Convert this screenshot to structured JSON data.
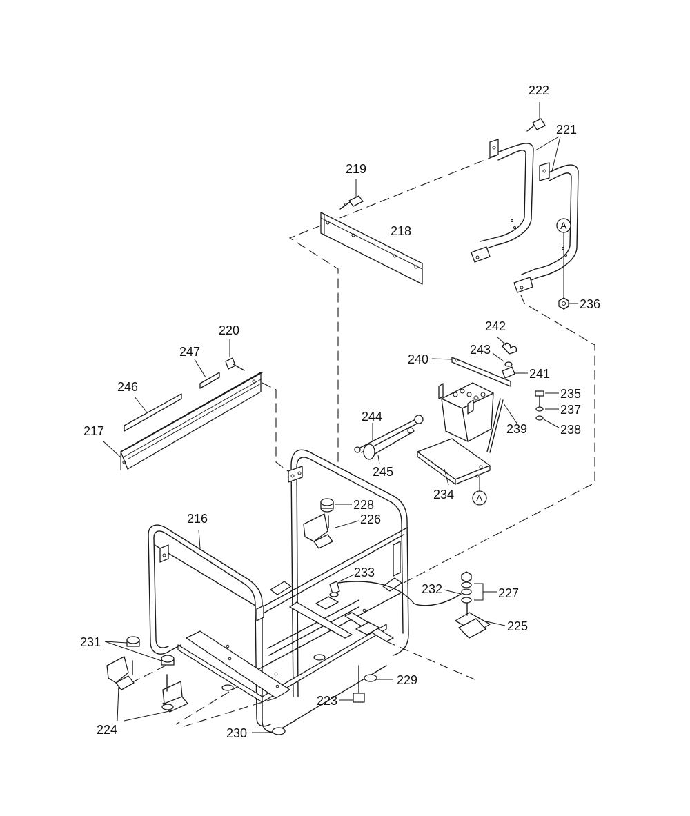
{
  "diagram": {
    "parts": [
      "216",
      "217",
      "218",
      "219",
      "220",
      "221",
      "222",
      "223",
      "224",
      "225",
      "226",
      "227",
      "228",
      "229",
      "230",
      "231",
      "232",
      "233",
      "234",
      "235",
      "236",
      "237",
      "238",
      "239",
      "240",
      "241",
      "242",
      "243",
      "244",
      "245",
      "246",
      "247"
    ],
    "reference_marks": [
      "A",
      "A"
    ]
  },
  "labels": {
    "p216": "216",
    "p217": "217",
    "p218": "218",
    "p219": "219",
    "p220": "220",
    "p221": "221",
    "p222": "222",
    "p223": "223",
    "p224": "224",
    "p225": "225",
    "p226": "226",
    "p227": "227",
    "p228": "228",
    "p229": "229",
    "p230": "230",
    "p231": "231",
    "p232": "232",
    "p233": "233",
    "p234": "234",
    "p235": "235",
    "p236": "236",
    "p237": "237",
    "p238": "238",
    "p239": "239",
    "p240": "240",
    "p241": "241",
    "p242": "242",
    "p243": "243",
    "p244": "244",
    "p245": "245",
    "p246": "246",
    "p247": "247",
    "refA1": "A",
    "refA2": "A"
  }
}
